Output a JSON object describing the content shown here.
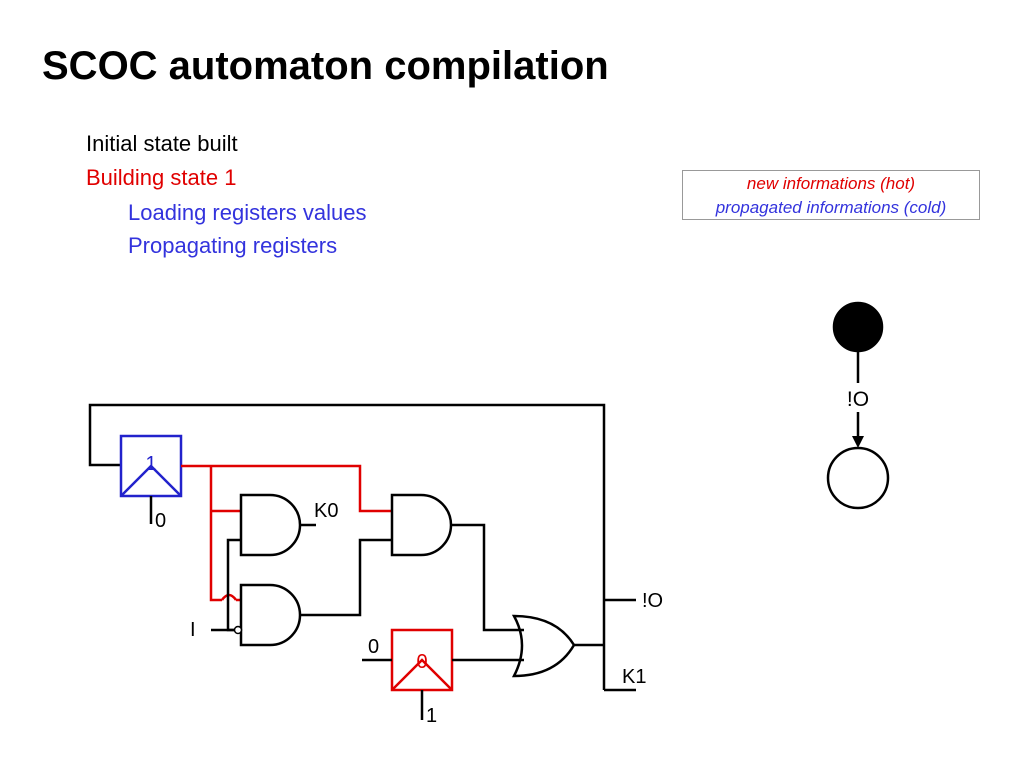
{
  "title": "SCOC automaton compilation",
  "steps": [
    "Initial state built",
    "Building state 1",
    "Loading registers values",
    "Propagating registers"
  ],
  "legend": {
    "hot": "new informations (hot)",
    "cold": "propagated informations (cold)"
  },
  "colors": {
    "hot": "#e00000",
    "cold": "#3333dd",
    "wire": "#000000"
  },
  "automaton": {
    "transition_label": "!O"
  },
  "circuit": {
    "register_top": {
      "value": "1",
      "init": "0"
    },
    "register_bottom": {
      "value": "0",
      "init": "1",
      "input": "0"
    },
    "input_label": "I",
    "outputs": {
      "k0": "K0",
      "not_o": "!O",
      "k1": "K1"
    }
  }
}
